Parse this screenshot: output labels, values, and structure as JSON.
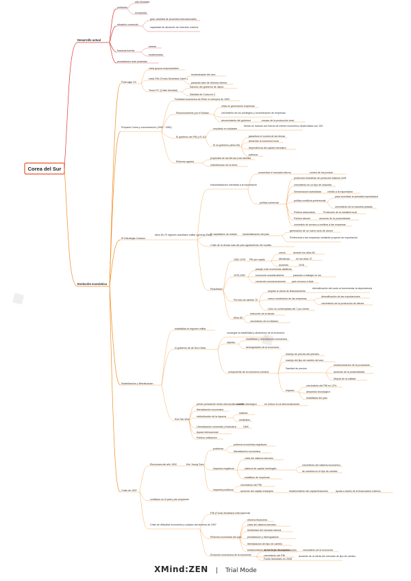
{
  "center": "Corea del Sur",
  "l1": {
    "desarrollo": "Desarrollo actual",
    "evolucion": "Evolución económica"
  },
  "desarrollo": {
    "poblacion": "población",
    "pob_a": "alta densidad",
    "pob_b": "envejecida",
    "situacion": "situación comercial",
    "sit_a": "gran cantidad de acuerdos internacionales",
    "sit_b": "capacidad de atracción de inversión externa",
    "fin": "finanzas fuertes",
    "fin_a": "sanear",
    "fin_b": "modernizado",
    "pena": "penalización ante protestas"
  },
  "siglo": {
    "title": "Final siglo XX",
    "a": "crisis grupos empresariales",
    "b": "crisis FMI (Fondo Monetario Intern.)",
    "b1": "revalorización del won",
    "b2": "pasando fase de reforma interna",
    "c": "Tercer FC (Crisis Mundial)",
    "c1": "Sanción del gobierno de Japón",
    "c2": "Sanidad de Corea en 2"
  },
  "prep": {
    "title": "Preparar Corea y concentración (1950 - 1960)",
    "top": "Finalidad económica de Rhee en tiempos de 1953",
    "rec": "Reconocimiento por el Estado",
    "r1": "crisis en generación empresas",
    "r2": "crecimiento de los privilegios y concentración de empresas",
    "r3": "decrecimiento del gobierno",
    "r3a": "escaso de la producción local",
    "gov": "El gobierno del PIB y R-101",
    "g1": "resultado en ciudades",
    "g1a": "tierras se marcan con fuerza de interés económico desarrollado con 100",
    "pol": "El rol gobierno (años 60)",
    "p1": "garantizar el control de las tierras",
    "p2": "alimentar la economía local",
    "p3": "dependencia del capital extranjero",
    "p4": "pobreza",
    "ref": "Reforma agraria",
    "ref1": "propiedad de las tierras a las familias",
    "ref2": "redistribución de la tierra"
  },
  "estrategia": {
    "title": "El Estrategia Coreano",
    "top": "Industrialización orientada a la exportación",
    "t1": "concentrar el mercado interno",
    "t1a": "control de los precios",
    "pol": "política comercial",
    "pc1": "protección industrias de productos básicos local",
    "pc2": "crecimiento en un tipo de industria",
    "pc3": "Sectorización subsidiada",
    "pc3a": "crédito a la exportación",
    "pc4": "política crediticia preferencial",
    "pc4a": "para incentivar la actividad exportadora",
    "pc4b": "crecimiento de la industria pesada",
    "pc5": "Política arancelaria",
    "pc5a": "Protección de la industria local",
    "pc6": "Política laboral",
    "pc6a": "aumento de la productividad",
    "pc7": "concesión de acceso a créditos a las empresas",
    "mid": "años 60-70 régimen autoritario militar (general Park)",
    "adopt": "El capitalismo de estado",
    "adopt_a": "industrialización del país",
    "ad1": "generación de un nuevo ciclo de ahorro",
    "ad2": "Preferencia a las empresas mediante proyecto de exportación",
    "crisis": "Crisis de la deuda más del país",
    "crisis_a": "agotamiento del modelo",
    "res": "Resultados",
    "y1": "1962-1978",
    "y1a": "PBI per cápita",
    "y1a1": "creció",
    "y1a2": "disminuyó",
    "y1a3": "aumentó",
    "y1b1": "durante los años 60",
    "y1b2": "en los años 70",
    "y1b3": "1978",
    "y2": "1978-1992",
    "y2a": "creciendo económicamente",
    "y2b": "economía mundial abierta",
    "y2b1": "pasaje a las economías asiáticas",
    "y2c": "pasando a trabajar en los",
    "y2c1": "país cercano a Asia",
    "per": "Período de cambio 70",
    "per1": "ampliar la oferta de financiamiento",
    "per1a": "diversificación del costo al incrementar la dependencia",
    "per2": "nuevo crecimiento de las empresas",
    "per2a": "diversificación de las exportaciones",
    "per2b": "crecimiento de la producción de bienes",
    "per3": "Ciclo no contemplado del 7 por ciento",
    "ano": "Años 80",
    "ano1": "reducción de la deuda",
    "ano2": "crecimiento de la inflación"
  },
  "estab": {
    "title": "Estabilización y liberalización",
    "top": "estabilidad al régimen militar",
    "gob": "el gobierno de de Doo Hwan",
    "g1": "conseguir la estabilidad y dinamismo de la economía",
    "obj": "objetivo",
    "o1": "estabilidad y liberalización económica",
    "o2": "desregulación de la economía",
    "comp": "componente de la economía coreana",
    "c1": "manejo de precios del petróleo",
    "c2": "manejo del tipo de cambio del won",
    "c3": "Sanidad de precios",
    "c3a": "reestructuración de la producción",
    "c3b": "aumento de la productividad",
    "c3c": "Mejora de la calidad",
    "imp": "impacto",
    "i1": "crecimiento del PBI en 12%",
    "i2": "desarrollo tecnológico",
    "i3": "estabilidad del país",
    "roh": "Roh Tae Woo",
    "r1": "primer presidente electo democráticamente",
    "r1a": "cambio ideológico",
    "r1b": "se enfocó en la democratización",
    "r2": "liberalización económica",
    "r3": "redistribución de la riqueza",
    "r3a": "salarios",
    "r3b": "sindicatos",
    "r4": "Liberalización comercial y financiera",
    "r4a": "OMC",
    "r5": "Ayuda internacional",
    "r6": "Política unificación"
  },
  "crisis": {
    "title": "Crisis de 1997",
    "top": "Elecciones del año 1992",
    "kim": "Kim Young Sam",
    "k1": "problema",
    "k1a": "pobreza económica migratoria",
    "k1b": "liberalización económica",
    "neg": "impactos negativos",
    "n1": "crisis del sistema bancario",
    "n2": "sistema de capital restringido",
    "n2a": "crecimiento del sistema económico",
    "n2b": "de cambios en el tipo de cambio",
    "n3": "estallidos de empresas",
    "pos": "impactos positivos",
    "p1": "crecimiento del PBI",
    "p2": "aumento del capital extranjero",
    "p2a": "fortalecimiento del capital financiero",
    "p2b": "ayuda a través de la financiación externa",
    "conflict": "conflictos en el país y las empresas",
    "fmi": "Crisis de dificultad económica y colapso del sistema de 1997",
    "f1": "FMI (Fondo Monetario Internacional)",
    "ref": "Reforma económica del país",
    "rf1": "reforma financiera",
    "rf2": "crisis del sistema bancario",
    "rf3": "flexibilidad del mercado laboral",
    "rf4": "privatización y desregulación",
    "rf5": "liberalización del tipo de cambio",
    "rf6": "fortalecimiento de los flujos financieros",
    "ev": "Evolución económica de la economía",
    "e1": "aumento de los exportaciones",
    "e1a": "crecimiento de la economía",
    "e2": "crecimiento del PBI",
    "e3": "Fondo Monetario en 2008",
    "e3a": "aumento de la oferta del mercado de tipo de cambio"
  },
  "brand": {
    "logo": "XMind:ZEN",
    "sep": "|",
    "mode": "Trial Mode"
  },
  "colors": {
    "red": "#d8342e",
    "orange": "#f08a1c",
    "center_border": "#e8562a"
  }
}
